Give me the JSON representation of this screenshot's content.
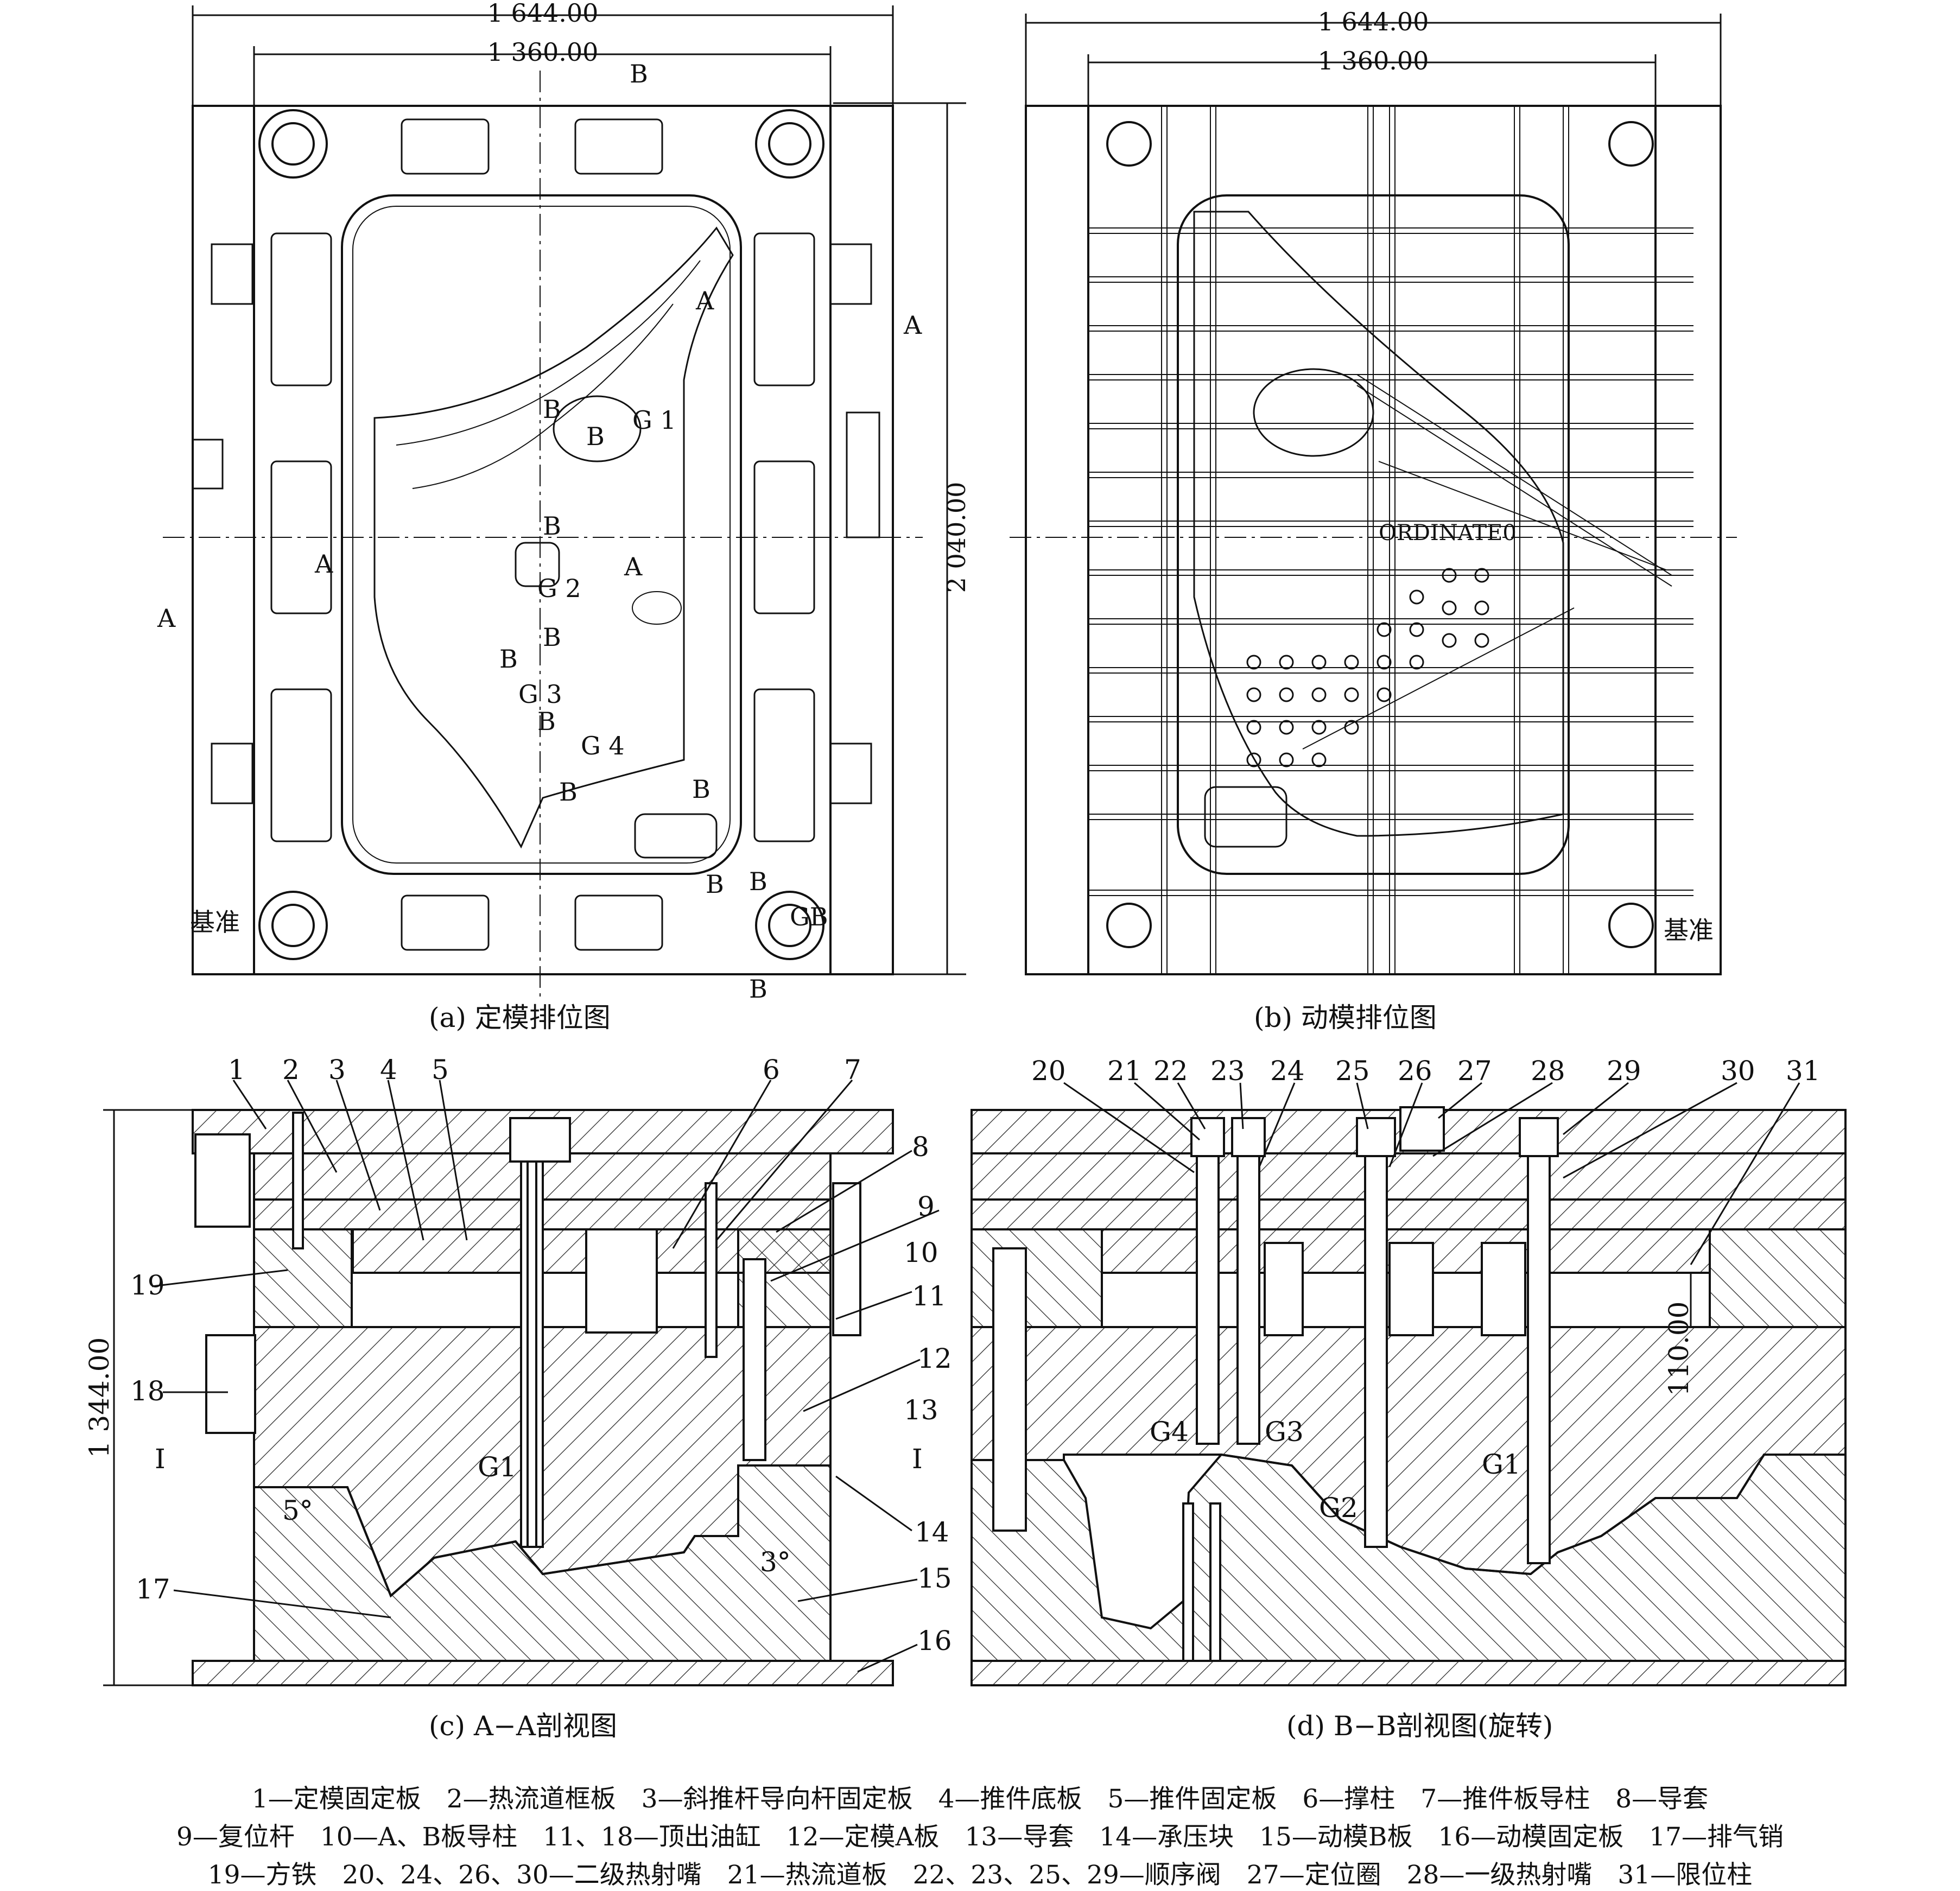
{
  "views": {
    "a": {
      "caption": "(a) 定模排位图",
      "dim_outer": "1 644.00",
      "dim_inner": "1 360.00",
      "dim_height": "2 040.00",
      "section_b": "B",
      "section_a": "A",
      "datum": "基准",
      "gates": [
        "G 1",
        "G 2",
        "G 3",
        "G 4",
        "GB"
      ],
      "labels": {
        "A": "A",
        "B": "B"
      }
    },
    "b": {
      "caption": "(b) 动模排位图",
      "dim_outer": "1 644.00",
      "dim_inner": "1 360.00",
      "datum": "基准",
      "origin_label": "ORDINATE0"
    },
    "c": {
      "caption": "(c) A−A剖视图",
      "dim_height": "1 344.00",
      "angle_left": "5°",
      "angle_right": "3°",
      "gate": "G1",
      "section_mark": "I",
      "callouts": [
        "1",
        "2",
        "3",
        "4",
        "5",
        "6",
        "7",
        "8",
        "9",
        "10",
        "11",
        "12",
        "13",
        "14",
        "15",
        "16",
        "17",
        "18",
        "19"
      ]
    },
    "d": {
      "caption": "(d) B−B剖视图(旋转)",
      "dim_stroke": "110.00",
      "gates": [
        "G4",
        "G3",
        "G2",
        "G1"
      ],
      "callouts": [
        "20",
        "21",
        "22",
        "23",
        "24",
        "25",
        "26",
        "27",
        "28",
        "29",
        "30",
        "31"
      ]
    }
  },
  "legend": [
    "1—定模固定板　2—热流道框板　3—斜推杆导向杆固定板　4—推件底板　5—推件固定板　6—撑柱　7—推件板导柱　8—导套",
    "9—复位杆　10—A、B板导柱　11、18—顶出油缸　12—定模A板　13—导套　14—承压块　15—动模B板　16—动模固定板　17—排气销",
    "19—方铁　20、24、26、30—二级热射嘴　21—热流道板　22、23、25、29—顺序阀　27—定位圈　28—一级热射嘴　31—限位柱"
  ]
}
